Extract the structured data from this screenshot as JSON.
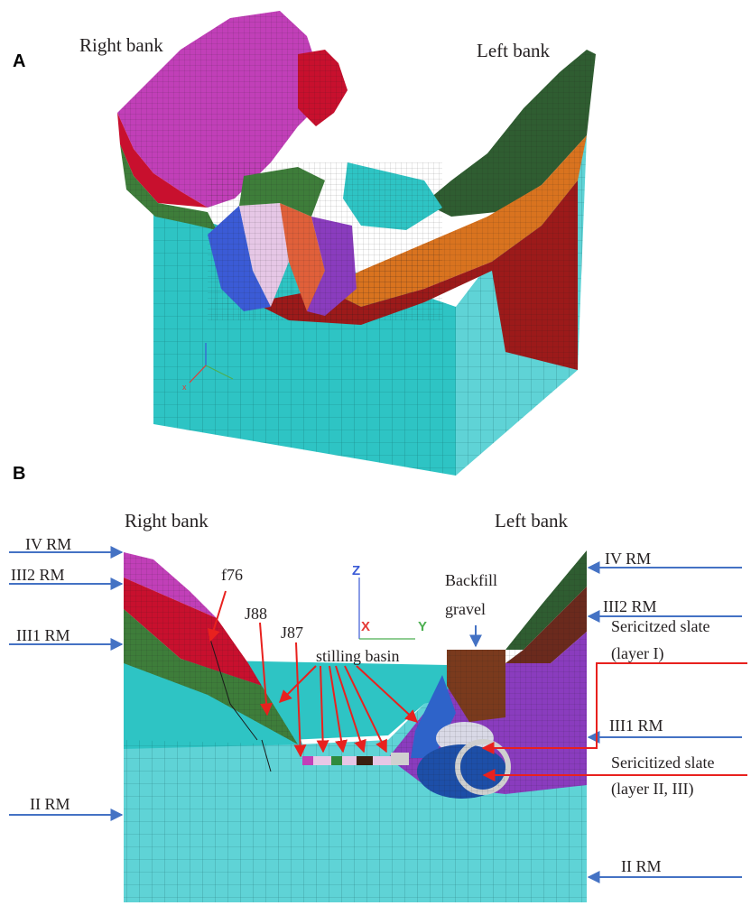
{
  "panel_a": {
    "letter": "A",
    "right_bank": "Right bank",
    "left_bank": "Left bank",
    "axis_x": "x"
  },
  "panel_b": {
    "letter": "B",
    "right_bank": "Right bank",
    "left_bank": "Left bank",
    "axes": {
      "z": "Z",
      "x": "X",
      "y": "Y"
    },
    "labels": {
      "iv_rm_left": "IV RM",
      "iii2_rm_left": "III2 RM",
      "iii1_rm_left": "III1 RM",
      "ii_rm_left": "II RM",
      "iv_rm_right": "IV RM",
      "iii2_rm_right": "III2 RM",
      "iii1_rm_right": "III1 RM",
      "ii_rm_right": "II RM",
      "f76": "f76",
      "j88": "J88",
      "j87": "J87",
      "stilling_basin": "stilling basin",
      "backfill_line1": "Backfill",
      "backfill_line2": "gravel",
      "sericitized_1_line1": "Sericitzed slate",
      "sericitized_1_line2": "(layer I)",
      "sericitized_2_line1": "Sericitized slate",
      "sericitized_2_line2": "(layer II, III)"
    }
  },
  "colors": {
    "cyan_rock": "#2ec4c4",
    "cyan_light": "#5fd3d6",
    "magenta": "#c13fb8",
    "red": "#c8102e",
    "green": "#3e7d3a",
    "dark_green": "#2f5d31",
    "orange": "#d9731f",
    "maroon": "#9c1a1a",
    "purple": "#8a3cbe",
    "blue": "#3b5bd6",
    "arrow_blue": "#4472c4",
    "arrow_red": "#e8211e"
  }
}
